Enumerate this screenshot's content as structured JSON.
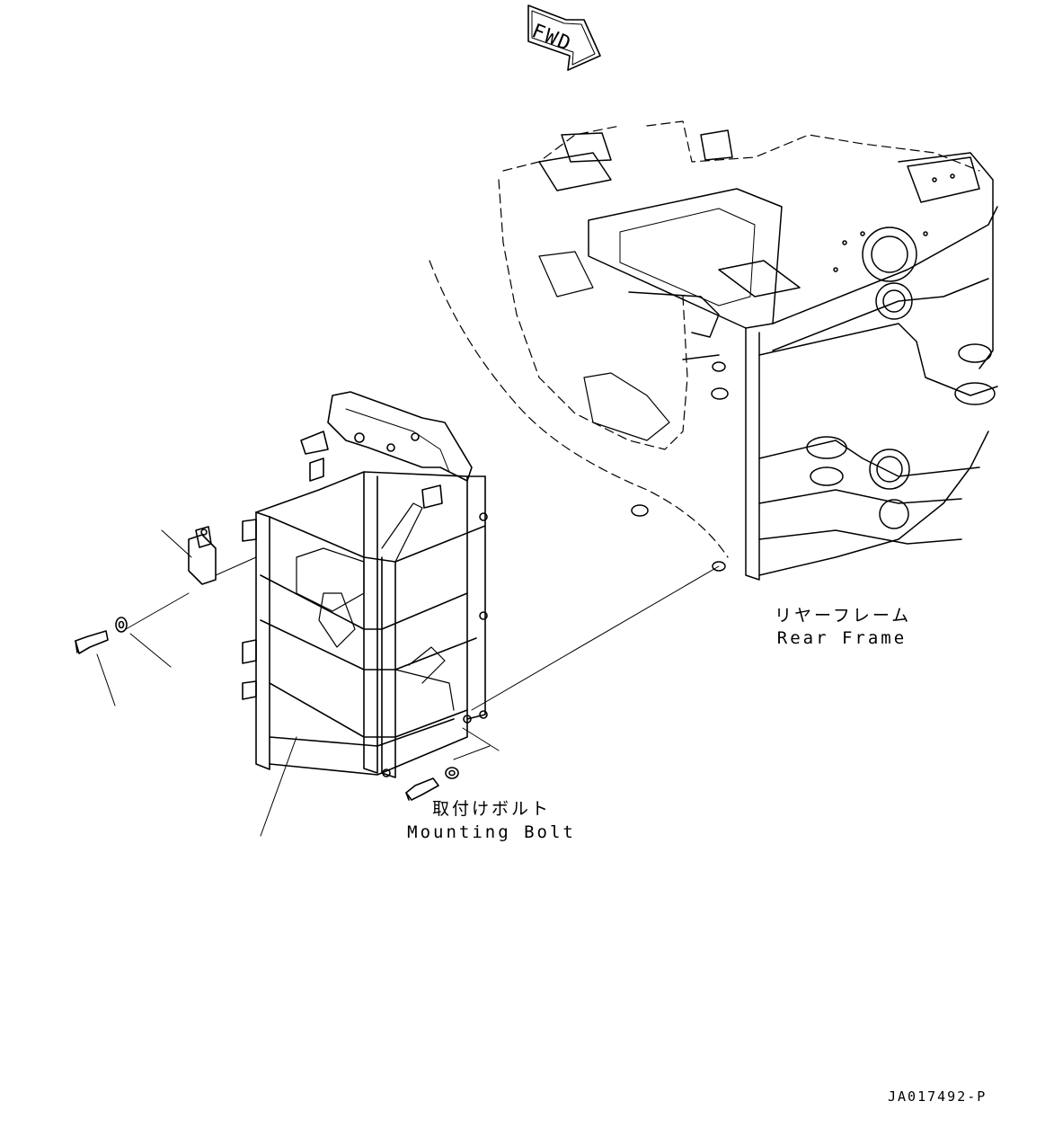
{
  "drawing": {
    "fwd_marker": "FWD",
    "rear_frame_label_jp": "リヤーフレーム",
    "rear_frame_label_en": "Rear Frame",
    "mounting_bolt_label_jp": "取付けボルト",
    "mounting_bolt_label_en": "Mounting Bolt",
    "drawing_number": "JA017492-P"
  },
  "colors": {
    "line": "#000000",
    "background": "#ffffff"
  },
  "icons": [
    "fwd-arrow-icon"
  ]
}
